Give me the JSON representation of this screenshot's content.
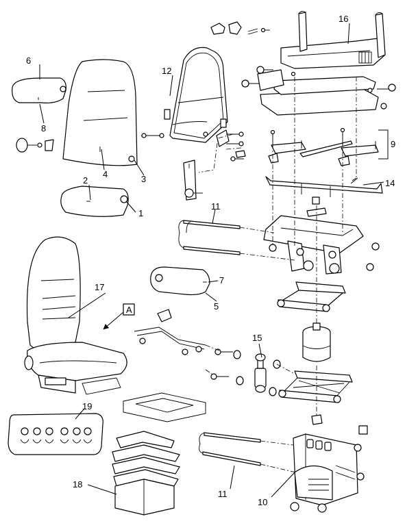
{
  "callouts": {
    "c1": "1",
    "c2": "2",
    "c3": "3",
    "c4": "4",
    "c5": "5",
    "c6": "6",
    "c7": "7",
    "c8": "8",
    "c9": "9",
    "c10": "10",
    "c11a": "11",
    "c11b": "11",
    "c12": "12",
    "c14": "14",
    "c15": "15",
    "c16": "16",
    "c17": "17",
    "c18": "18",
    "c19": "19",
    "cA": "A"
  }
}
